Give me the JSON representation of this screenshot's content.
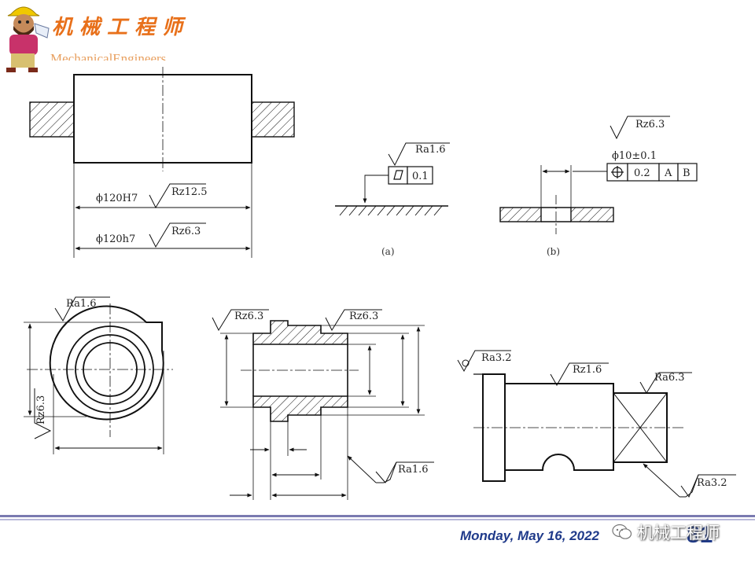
{
  "header": {
    "brand_cn": "机械工程师",
    "brand_en": "MechanicalEngineers"
  },
  "figures": {
    "shaft_hole": {
      "dim_hole": "ϕ120H7",
      "rz_hole": "Rz12.5",
      "dim_shaft": "ϕ120h7",
      "rz_shaft": "Rz6.3"
    },
    "fig_a": {
      "ra": "Ra1.6",
      "tol": "0.1",
      "caption": "(a)"
    },
    "fig_b": {
      "rz": "Rz6.3",
      "dim": "ϕ10±0.1",
      "tol": "0.2",
      "datum_a": "A",
      "datum_b": "B",
      "caption": "(b)"
    },
    "ring": {
      "ra": "Ra1.6",
      "rz": "Rz6.3"
    },
    "bushing": {
      "rz_left": "Rz6.3",
      "rz_right": "Rz6.3",
      "ra": "Ra1.6"
    },
    "shaft": {
      "ra_left": "Ra3.2",
      "rz": "Rz1.6",
      "ra_right": "Ra6.3",
      "ra_bottom": "Ra3.2"
    }
  },
  "footer": {
    "date": "Monday, May 16, 2022",
    "page": "81",
    "watermark": "机械工程师"
  }
}
